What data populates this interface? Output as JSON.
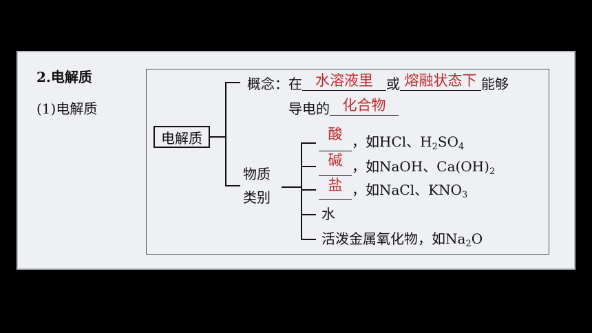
{
  "heading": "2.电解质",
  "subheading": "(1)电解质",
  "diagram": {
    "root": "电解质",
    "concept": {
      "label": "概念：在",
      "blank1": "水溶液里",
      "mid": "或",
      "blank2": "熔融状态下",
      "tail": "能够",
      "line2_prefix": "导电的",
      "blank3": "化合物"
    },
    "category": {
      "label_line1": "物质",
      "label_line2": "类别",
      "items": [
        {
          "answer": "酸",
          "text": "，如HCl、H",
          "sub1": "2",
          "text2": "SO",
          "sub2": "4"
        },
        {
          "answer": "碱",
          "text": "，如NaOH、Ca(OH)",
          "sub1": "2"
        },
        {
          "answer": "盐",
          "text": "，如NaCl、KNO",
          "sub1": "3"
        },
        {
          "text": "水"
        },
        {
          "text": "活泼金属氧化物，如Na",
          "sub1": "2",
          "text2": "O"
        }
      ]
    },
    "colors": {
      "answer": "#c0292b",
      "background": "#eef0f4",
      "outer": "#000000"
    }
  }
}
